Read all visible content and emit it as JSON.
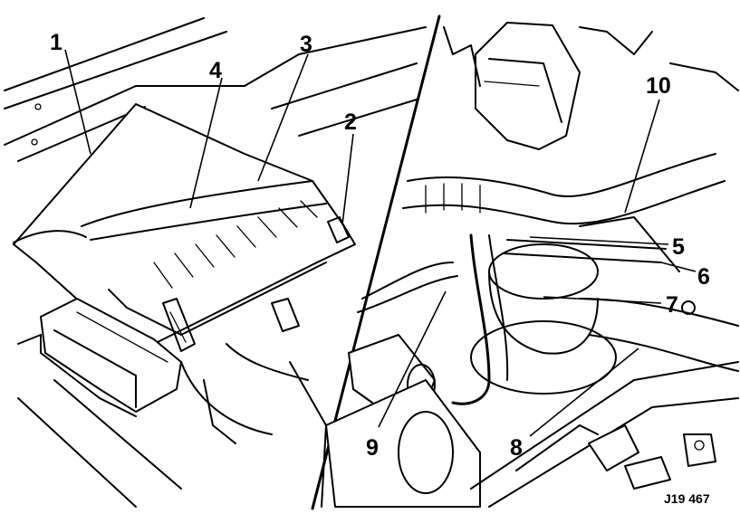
{
  "figure": {
    "callouts": [
      {
        "id": "c1",
        "text": "1"
      },
      {
        "id": "c2",
        "text": "2"
      },
      {
        "id": "c3",
        "text": "3"
      },
      {
        "id": "c4",
        "text": "4"
      },
      {
        "id": "c5",
        "text": "5"
      },
      {
        "id": "c6",
        "text": "6"
      },
      {
        "id": "c7",
        "text": "7"
      },
      {
        "id": "c8",
        "text": "8"
      },
      {
        "id": "c9",
        "text": "9"
      },
      {
        "id": "c10",
        "text": "10"
      }
    ],
    "reference_code": "J19 467"
  }
}
